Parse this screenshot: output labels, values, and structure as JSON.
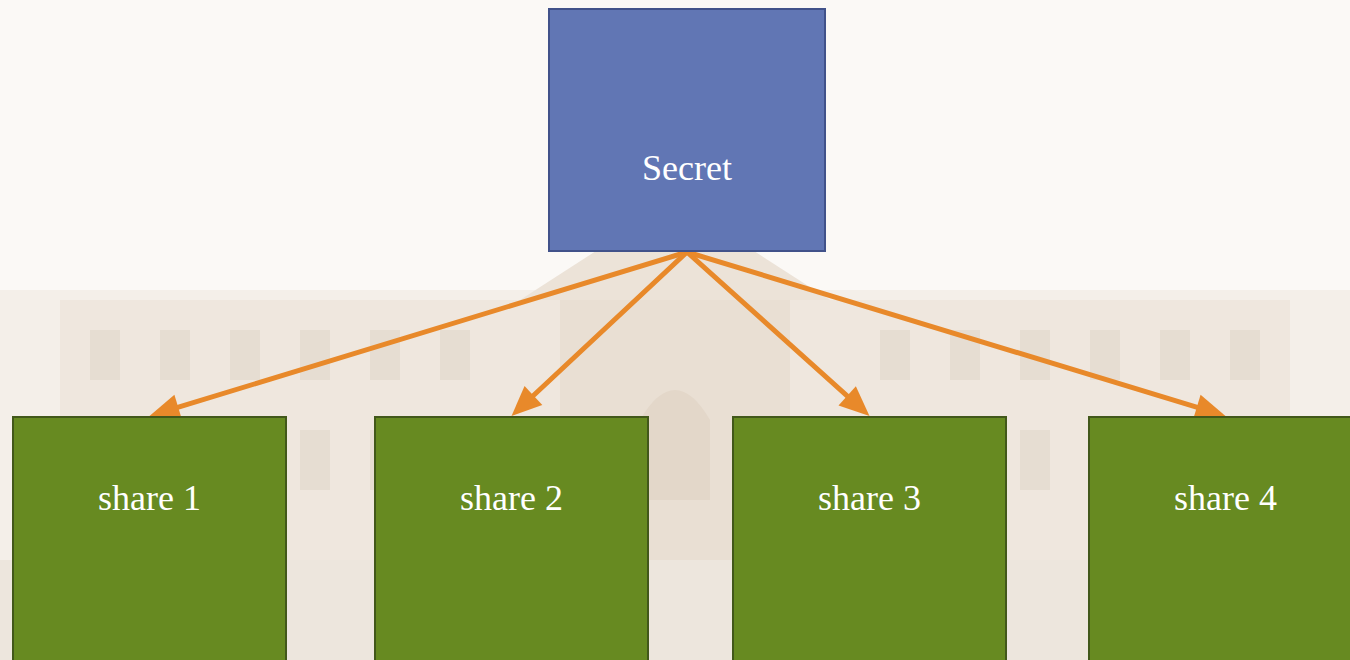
{
  "diagram": {
    "nodes": [
      {
        "text": [
          "Secret"
        ]
      },
      {
        "text": [
          "share 1"
        ]
      },
      {
        "text": [
          "share 2"
        ]
      },
      {
        "text": [
          "share 3"
        ]
      },
      {
        "text": [
          "share 4"
        ]
      }
    ],
    "edges": [
      {
        "from": 0,
        "to": 1,
        "arrow": "to"
      },
      {
        "from": 0,
        "to": 2,
        "arrow": "to"
      },
      {
        "from": 0,
        "to": 3,
        "arrow": "to"
      },
      {
        "from": 0,
        "to": 4,
        "arrow": "to"
      }
    ]
  }
}
